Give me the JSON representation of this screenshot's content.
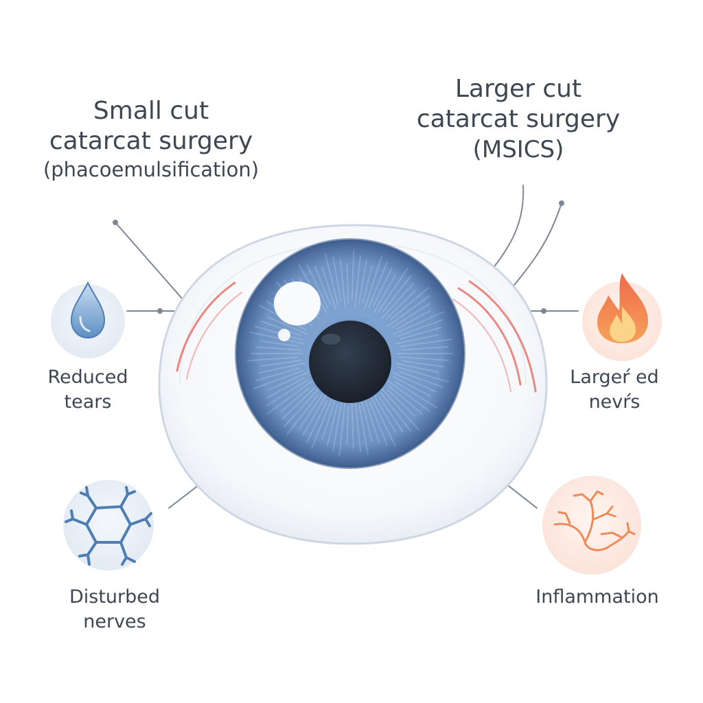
{
  "titles": {
    "left": {
      "line1": "Small cut",
      "line2": "catarcat surgery",
      "line3": "(phacoemulsification)"
    },
    "right": {
      "line1": "Larger cut",
      "line2": "catarcat surgery",
      "line3": "(MSICS)"
    }
  },
  "callouts": {
    "reduced_tears": {
      "line1": "Reduced",
      "line2": "tears",
      "icon": "water-drop-icon"
    },
    "larger_nerves": {
      "line1": "Largeŕ ed",
      "line2": "nevŕs",
      "icon": "flame-icon"
    },
    "disturbed_nerves": {
      "line1": "Disturbed",
      "line2": "nerves",
      "icon": "nerve-cell-icon"
    },
    "inflammation": {
      "line1": "Inflammation",
      "icon": "branching-nerve-icon"
    }
  },
  "colors": {
    "iris": "#6f93c4",
    "pupil": "#1f2632",
    "incision": "#e8736b",
    "leader": "#7d8794",
    "text": "#3e4652"
  }
}
